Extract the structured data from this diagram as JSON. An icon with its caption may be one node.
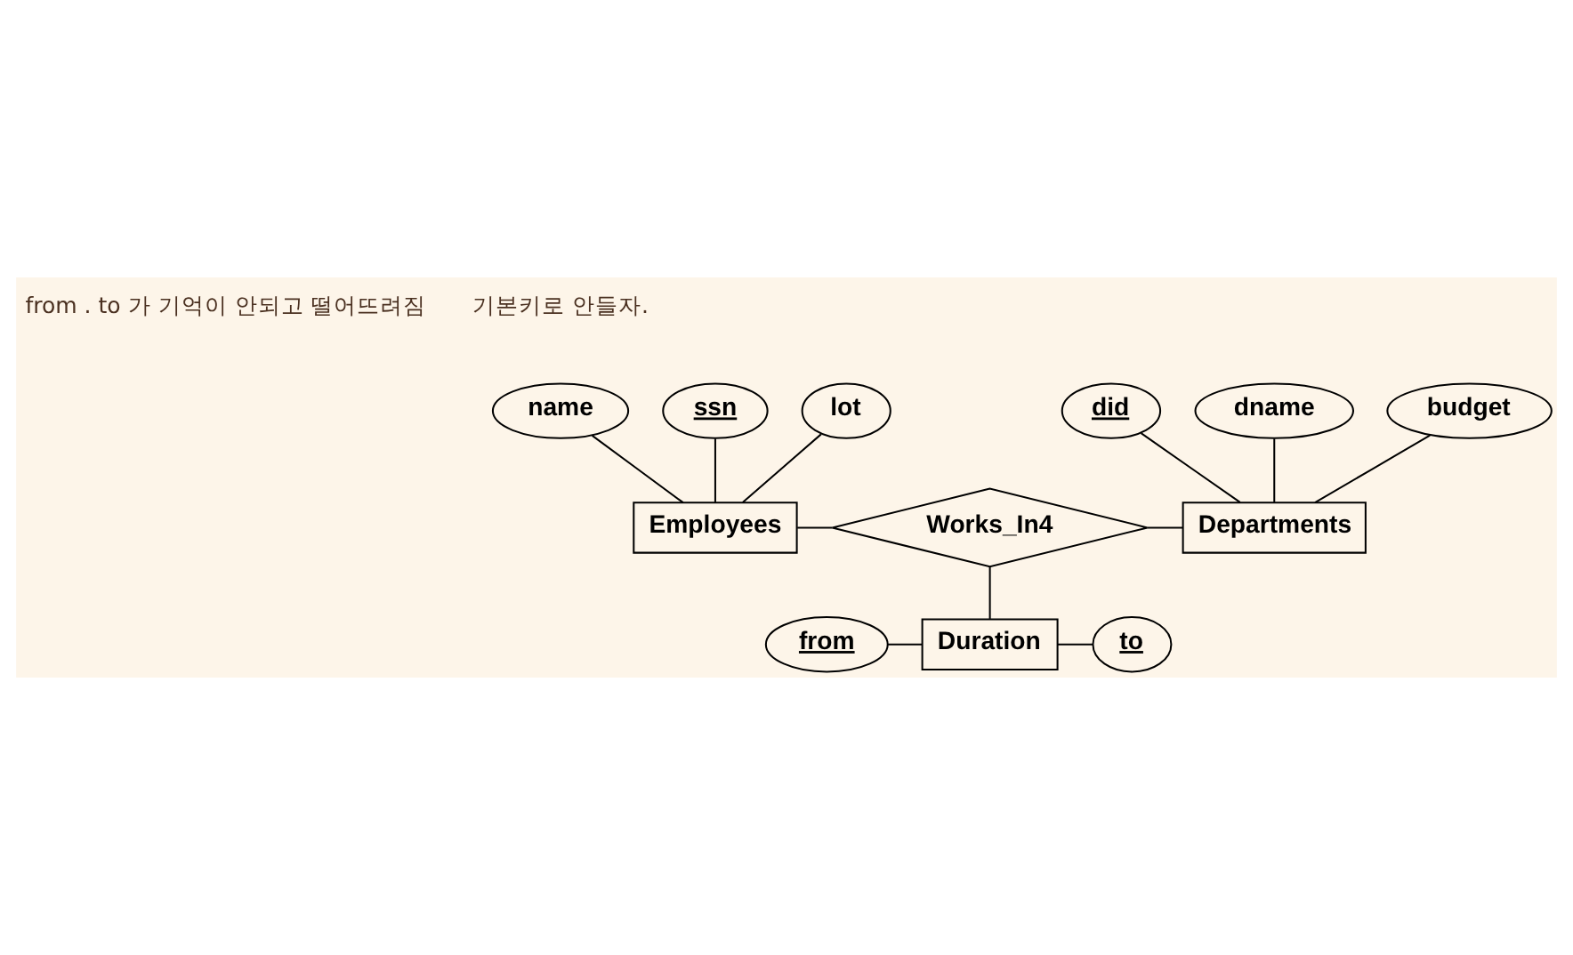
{
  "diagram": {
    "nodes": [
      {
        "text": [
          "ssn"
        ]
      },
      {
        "text": [
          "name"
        ]
      },
      {
        "text": [
          "lot"
        ]
      },
      {
        "text": [
          "Employees"
        ]
      },
      {
        "text": [
          "Works_In4"
        ]
      },
      {
        "text": [
          "did"
        ]
      },
      {
        "text": [
          "dname"
        ]
      },
      {
        "text": [
          "budget"
        ]
      },
      {
        "text": [
          "Departments"
        ]
      },
      {
        "text": [
          "from"
        ]
      },
      {
        "text": [
          "Duration"
        ]
      },
      {
        "text": [
          "to"
        ]
      }
    ],
    "edges": [
      {
        "from": 0,
        "to": 3,
        "arrow": "none"
      },
      {
        "from": 1,
        "to": 3,
        "arrow": "none"
      },
      {
        "from": 2,
        "to": 3,
        "arrow": "none"
      },
      {
        "from": 3,
        "to": 4,
        "arrow": "none"
      },
      {
        "from": 4,
        "to": 8,
        "arrow": "none"
      },
      {
        "from": 5,
        "to": 8,
        "arrow": "none"
      },
      {
        "from": 6,
        "to": 8,
        "arrow": "none"
      },
      {
        "from": 7,
        "to": 8,
        "arrow": "none"
      },
      {
        "from": 4,
        "to": 10,
        "arrow": "none"
      },
      {
        "from": 9,
        "to": 10,
        "arrow": "none"
      },
      {
        "from": 10,
        "to": 11,
        "arrow": "none"
      }
    ],
    "labels": [
      "from . to 가 기억이 안되고 떨어뜨려짐",
      "기본키로 안들자."
    ]
  }
}
